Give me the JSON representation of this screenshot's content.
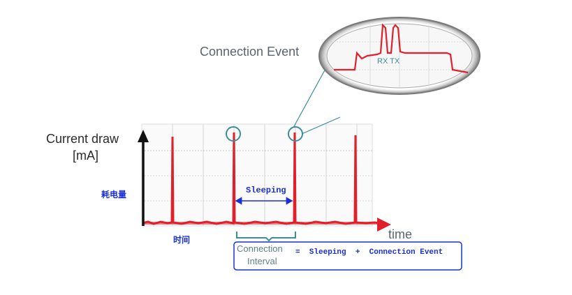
{
  "labels": {
    "connection_event_title": "Connection Event",
    "y_axis_line1": "Current draw",
    "y_axis_line2": "[mA]",
    "x_axis": "time",
    "power_consumption_cn": "耗电量",
    "time_cn": "时间",
    "sleeping": "Sleeping",
    "rx_tx": "RX TX",
    "connection_interval_line1": "Connection",
    "connection_interval_line2": "Interval",
    "equation": "=  Sleeping  +  Connection Event"
  },
  "colors": {
    "signal": "#e0202a",
    "axis": "#111111",
    "teal": "#3a8e9e",
    "blue_text": "#1a2fd6",
    "grid": "#cfcfcf"
  }
}
